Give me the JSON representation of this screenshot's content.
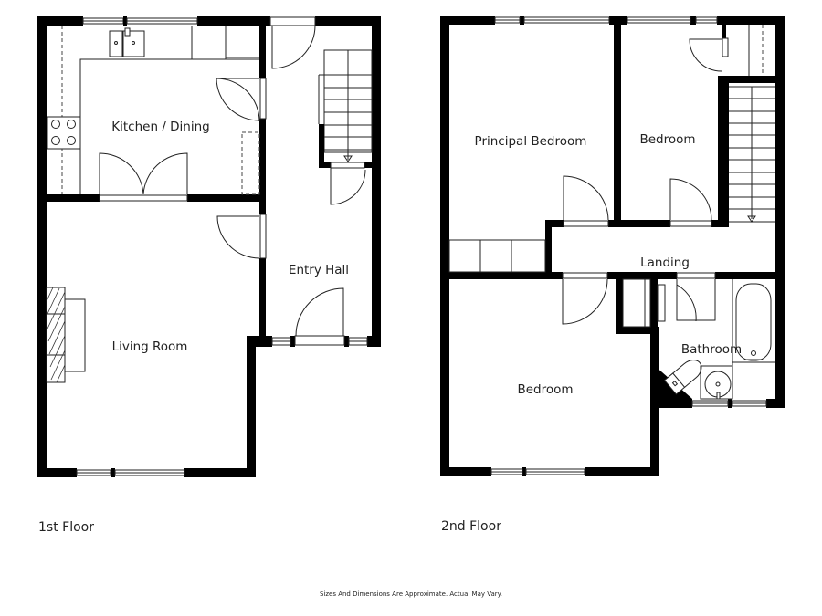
{
  "floors": [
    {
      "label": "1st Floor",
      "rooms": [
        {
          "name": "Kitchen / Dining"
        },
        {
          "name": "Entry Hall"
        },
        {
          "name": "Living Room"
        }
      ]
    },
    {
      "label": "2nd Floor",
      "rooms": [
        {
          "name": "Principal Bedroom"
        },
        {
          "name": "Bedroom"
        },
        {
          "name": "Landing"
        },
        {
          "name": "Bedroom"
        },
        {
          "name": "Bathroom"
        }
      ]
    }
  ],
  "disclaimer": "Sizes And Dimensions Are Approximate. Actual May Vary.",
  "colors": {
    "wall": "#000000",
    "background": "#ffffff",
    "line": "#222222"
  }
}
